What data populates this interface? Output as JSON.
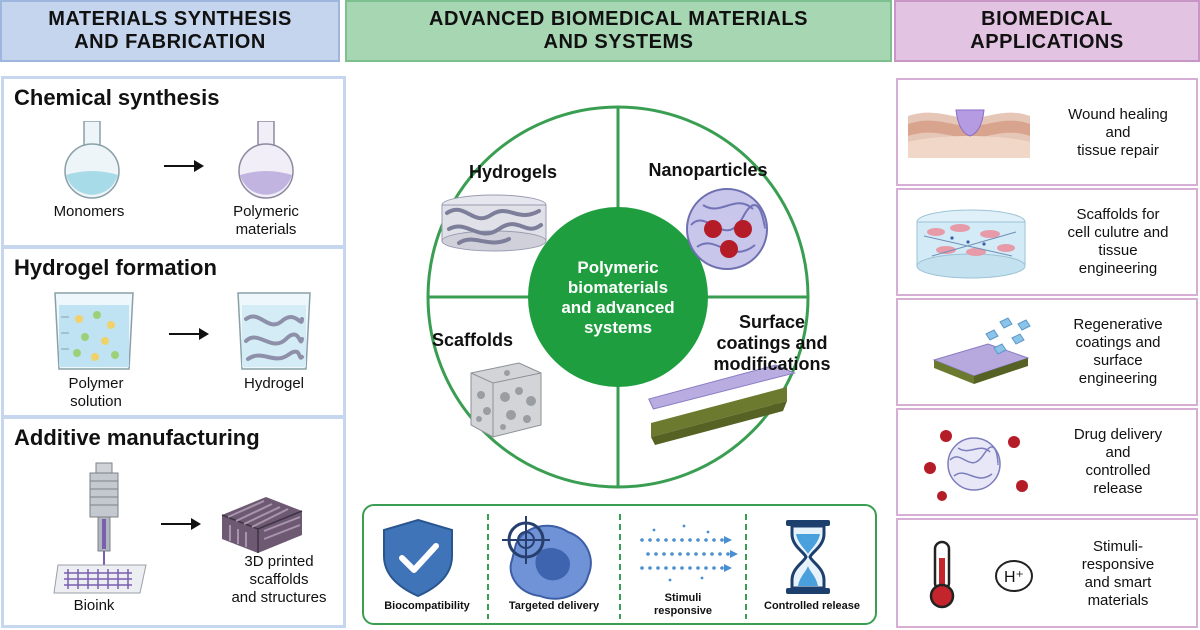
{
  "headers": {
    "left": [
      "MATERIALS SYNTHESIS",
      "AND FABRICATION"
    ],
    "middle": [
      "ADVANCED BIOMEDICAL MATERIALS",
      "AND SYSTEMS"
    ],
    "right": [
      "BIOMEDICAL",
      "APPLICATIONS"
    ]
  },
  "synthesis": {
    "chemical": {
      "title": "Chemical synthesis",
      "from_label": [
        "Monomers"
      ],
      "to_label": [
        "Polymeric",
        "materials"
      ]
    },
    "hydrogel": {
      "title": "Hydrogel formation",
      "from_label": [
        "Polymer",
        "solution"
      ],
      "to_label": [
        "Hydrogel"
      ]
    },
    "additive": {
      "title": "Additive manufacturing",
      "from_label": [
        "Bioink"
      ],
      "to_label": [
        "3D printed",
        "scaffolds",
        "and structures"
      ]
    }
  },
  "center": {
    "core_label": [
      "Polymeric",
      "biomaterials",
      "and advanced",
      "systems"
    ],
    "quadrants": {
      "top_left": [
        "Hydrogels"
      ],
      "top_right": [
        "Nanoparticles"
      ],
      "bottom_left": [
        "Scaffolds"
      ],
      "bottom_right": [
        "Surface",
        "coatings and",
        "modifications"
      ]
    }
  },
  "properties": [
    {
      "label": [
        "Biocompatibility"
      ],
      "icon": "shield-check-icon"
    },
    {
      "label": [
        "Targeted delivery"
      ],
      "icon": "target-cell-icon"
    },
    {
      "label": [
        "Stimuli",
        "responsive"
      ],
      "icon": "dotted-arrows-icon"
    },
    {
      "label": [
        "Controlled release"
      ],
      "icon": "hourglass-icon"
    }
  ],
  "applications": [
    {
      "label": [
        "Wound healing",
        "and",
        "tissue repair"
      ],
      "icon": "skin-wound-icon"
    },
    {
      "label": [
        "Scaffolds for",
        "cell culutre and",
        "tissue",
        "engineering"
      ],
      "icon": "cell-scaffold-icon"
    },
    {
      "label": [
        "Regenerative",
        "coatings and",
        "surface",
        "engineering"
      ],
      "icon": "coated-surface-icon"
    },
    {
      "label": [
        "Drug delivery",
        "and",
        "controlled",
        "release"
      ],
      "icon": "drug-nanoparticle-icon"
    },
    {
      "label": [
        "Stimuli-",
        "responsive",
        "and smart",
        "materials"
      ],
      "icon": "thermometer-icon",
      "badge": "H⁺"
    }
  ],
  "colors": {
    "left_header": "#c5d5ee",
    "middle_header": "#a7d6b3",
    "right_header": "#e3c3e2",
    "core_green": "#1f9e3f",
    "circle_outline": "#3a9e52"
  }
}
